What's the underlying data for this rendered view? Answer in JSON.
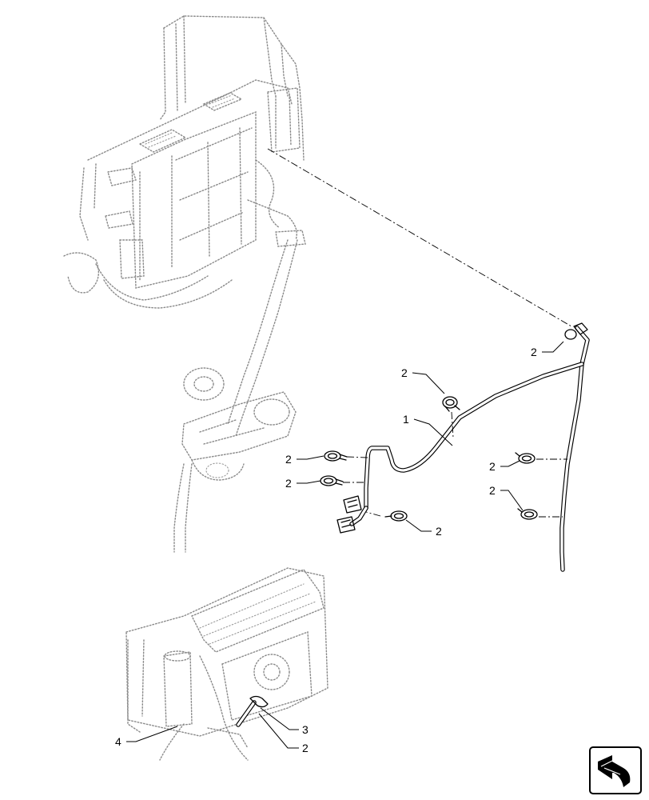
{
  "callouts": {
    "c1": "1",
    "c2a": "2",
    "c2b": "2",
    "c2c": "2",
    "c2d": "2",
    "c2e": "2",
    "c2f": "2",
    "c2g": "2",
    "c2h": "2",
    "c3": "3",
    "c4": "4"
  },
  "icons": {
    "nav": "return-arrow-icon"
  }
}
